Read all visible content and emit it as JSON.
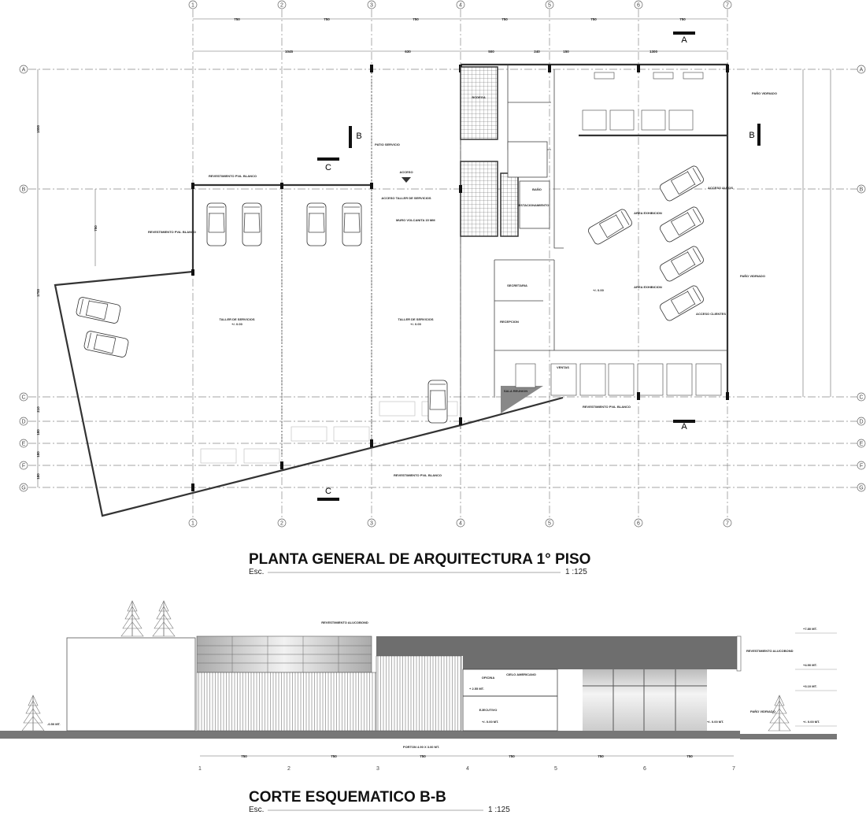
{
  "plan": {
    "title": "PLANTA GENERAL DE ARQUITECTURA 1° PISO",
    "scale_prefix": "Esc.",
    "scale": "1 :125",
    "grid_columns": [
      "1",
      "2",
      "3",
      "4",
      "5",
      "6",
      "7"
    ],
    "grid_rows": [
      "A",
      "B",
      "C",
      "D",
      "E",
      "F",
      "G"
    ],
    "top_dims": [
      "750",
      "750",
      "750",
      "750",
      "750",
      "750"
    ],
    "second_dims": [
      "1045",
      "630",
      "500",
      "240",
      "150",
      "1300"
    ],
    "left_dims": [
      "1550",
      "1750",
      "210",
      "180",
      "180",
      "180"
    ],
    "inner_dim": "750",
    "section_marks": {
      "a": "A",
      "b": "B",
      "c": "C"
    },
    "labels": {
      "taller1": "TALLER DE SERVICIOS",
      "taller2": "TALLER DE SERVICIOS",
      "nivel1": "+/- 0.00",
      "nivel2": "+/- 0.00",
      "nivel3": "+/- 0.00",
      "area_exhibicion": "AREA EXHIBICION",
      "area_exhibicion2": "AREA EXHIBICION",
      "pano_vidriado": "PAÑO VIDRIADO",
      "pano_vidriado2": "PAÑO VIDRIADO",
      "acceso_autos": "ACCESO AUTOS",
      "acceso_clientes": "ACCESO CLIENTES",
      "acceso_taller": "ACCESO TALLER DE SERVICIOS",
      "acceso": "ACCESO",
      "patio": "PATIO SERVICIO",
      "revestimiento1": "REVESTIMIENTO PVA. BLANCO",
      "revestimiento2": "REVESTIMIENTO PVA. BLANCO",
      "revestimiento3": "REVESTIMIENTO PVA. BLANCO",
      "revestimiento4": "REVESTIMIENTO PVA. BLANCO",
      "muro": "MURO VOLCANITA 15 MM",
      "recepcion": "RECEPCION",
      "estacionamiento": "ESTACIONAMIENTO",
      "bodega": "BODEGA",
      "bano": "BAÑO",
      "ventas": "VENTAS",
      "sala_reunion": "SALA REUNION",
      "secretaria": "SECRETARIA"
    }
  },
  "section": {
    "title": "CORTE ESQUEMATICO B-B",
    "scale_prefix": "Esc.",
    "scale": "1 :125",
    "grid_columns": [
      "1",
      "2",
      "3",
      "4",
      "5",
      "6",
      "7"
    ],
    "dims": [
      "750",
      "750",
      "750",
      "750",
      "750",
      "750"
    ],
    "levels": [
      "+7.80 MT.",
      "+4.90 MT.",
      "+3.10 MT.",
      "+/- 0.00 MT.",
      "-0.50 MT.",
      "+/- 0.00 MT.",
      "+/- 0.00 MT.",
      "+ 2.55 MT."
    ],
    "labels": {
      "revestimiento_alucobond": "REVESTIMIENTO ALUCOBOND",
      "revestimiento_alucobond2": "REVESTIMIENTO ALUCOBOND",
      "cielo": "CIELO AMERICANO",
      "porton": "PORTON 4.90 X 3.00 MT.",
      "pano": "PAÑO VIDRIADO",
      "oficina": "OFICINA",
      "ejecutivo": "EJECUTIVO"
    }
  }
}
